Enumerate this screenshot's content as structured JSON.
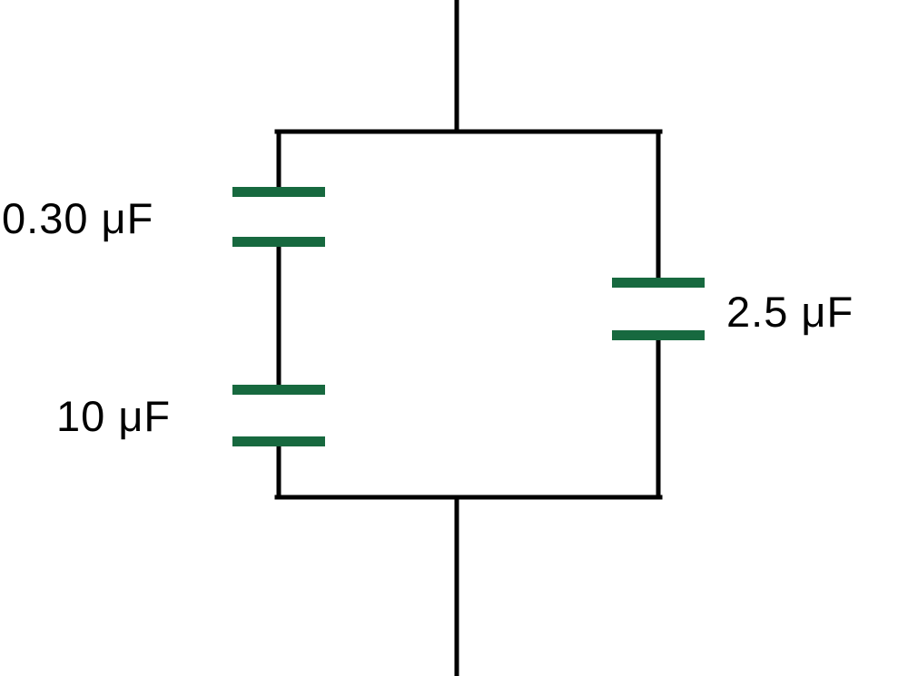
{
  "figure": {
    "background_color": "#ffffff",
    "wire_color": "#000000",
    "plate_color": "#17693f"
  },
  "circuit": {
    "capacitors": [
      {
        "id": "C1",
        "label": "0.30 μF",
        "position": "left-branch-top"
      },
      {
        "id": "C2",
        "label": "10 μF",
        "position": "left-branch-bottom"
      },
      {
        "id": "C3",
        "label": "2.5 μF",
        "position": "right-branch"
      }
    ]
  }
}
